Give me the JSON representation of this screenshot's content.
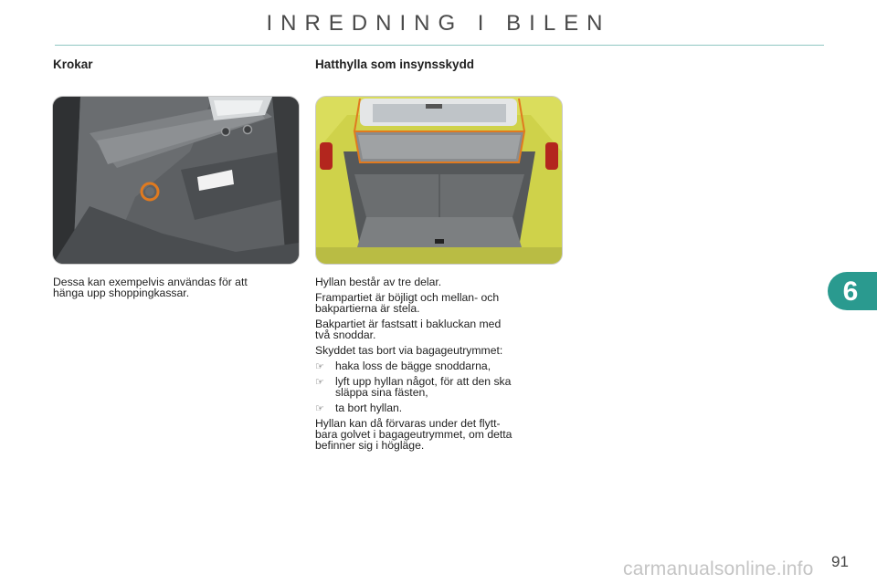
{
  "header": {
    "title": "INREDNING I BILEN"
  },
  "chapter": {
    "number": "6",
    "color": "#2a9a8f"
  },
  "left_section": {
    "title": "Krokar",
    "caption_line1": "Dessa kan exempelvis användas för att",
    "caption_line2": "hänga upp shoppingkassar."
  },
  "right_section": {
    "title": "Hatthylla som insynsskydd",
    "p1": "Hyllan består av tre delar.",
    "p2_line1": "Frampartiet är böjligt och mellan- och",
    "p2_line2": "bakpartierna är stela.",
    "p3_line1": "Bakpartiet är fastsatt i bakluckan med",
    "p3_line2": "två snoddar.",
    "p4": "Skyddet tas bort via bagageutrymmet:",
    "bullet_symbol": "☞",
    "bullet1": "haka loss de bägge snoddarna,",
    "bullet2_line1": "lyft upp hyllan något, för att den ska",
    "bullet2_line2": "släppa sina fästen,",
    "bullet3": "ta bort hyllan.",
    "p5_line1": "Hyllan kan då förvaras under det flytt-",
    "p5_line2": "bara golvet i bagageutrymmet, om detta",
    "p5_line3": "befinner sig i högläge."
  },
  "footer": {
    "page_number": "91",
    "watermark": "carmanualsonline.info"
  },
  "colors": {
    "accent_rule": "#8fc7c2",
    "highlight_orange": "#e07a1f",
    "car_body_yellow": "#cfd24a"
  }
}
